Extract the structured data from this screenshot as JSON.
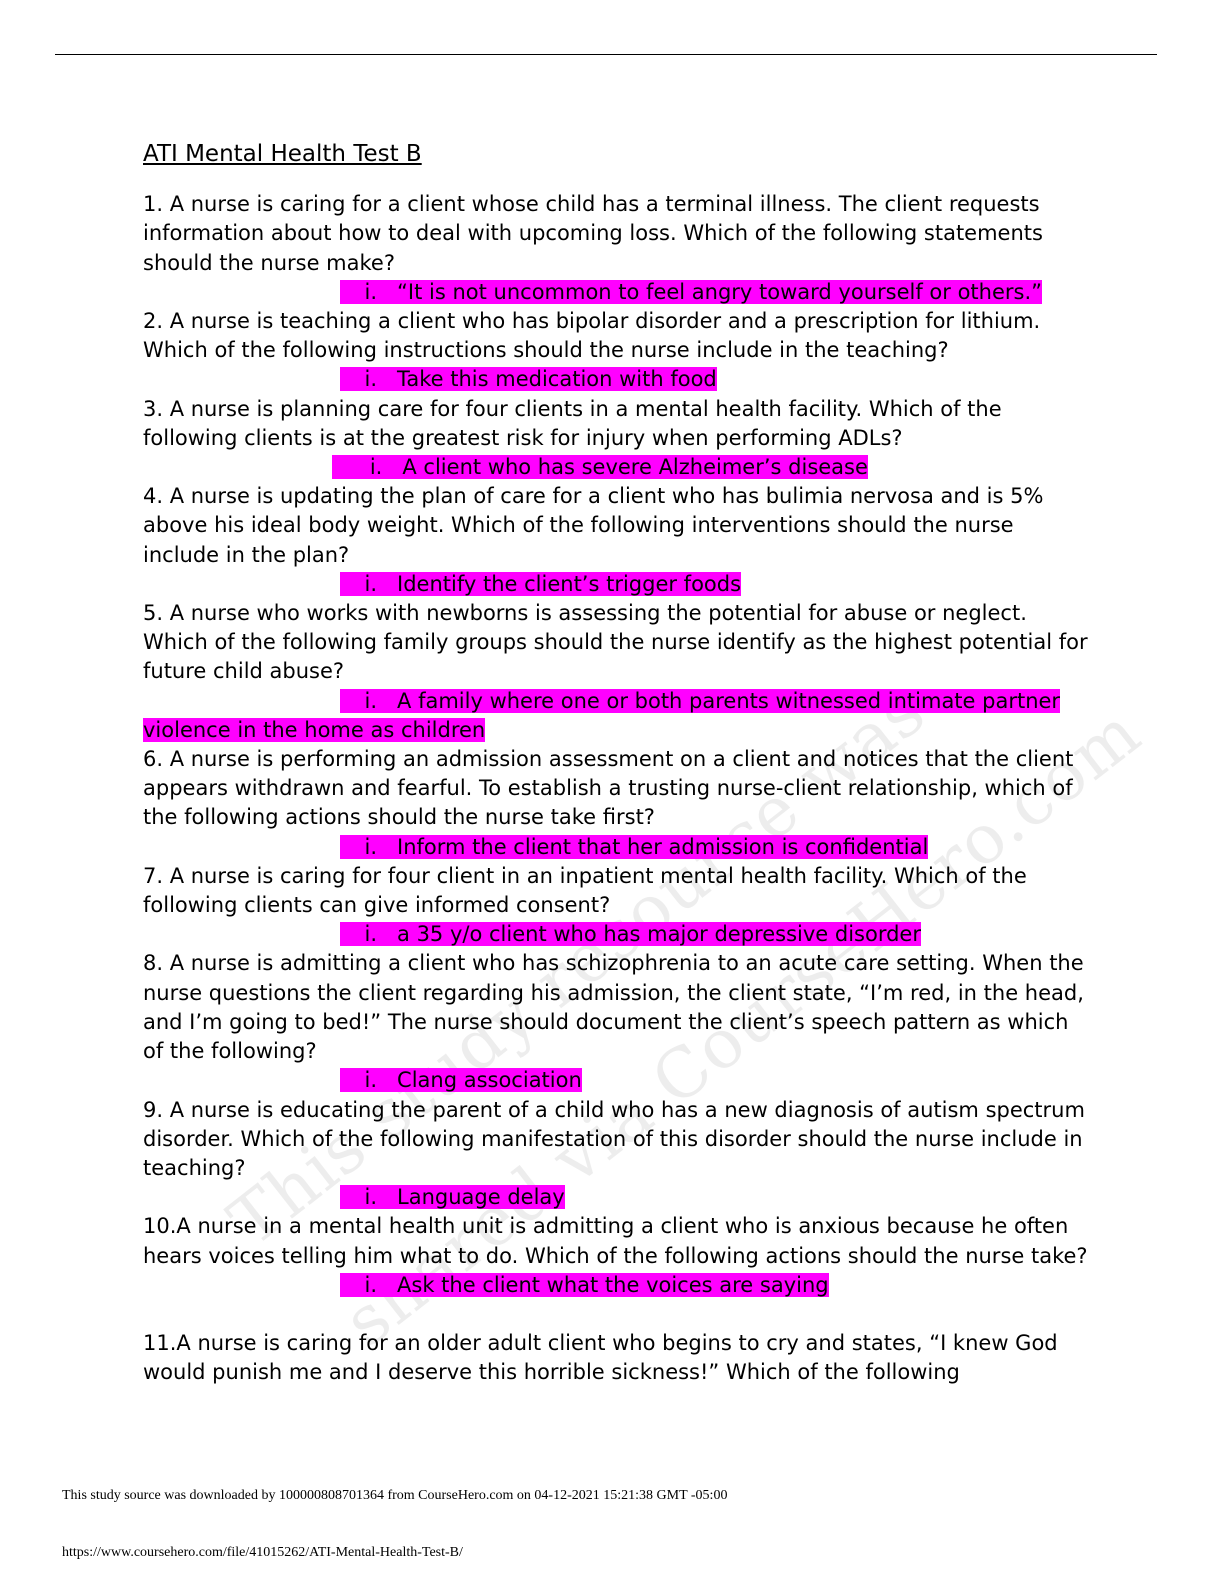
{
  "title": "ATI Mental Health Test B",
  "questions": [
    {
      "q": "1.  A nurse is caring for a client whose child has a terminal illness. The client requests information about how to deal with upcoming loss. Which of the following statements should the nurse make?",
      "marker": "i.",
      "answer": "“It is not uncommon to feel angry toward yourself or others.”"
    },
    {
      "q": "2.  A nurse is teaching a client who has bipolar disorder and a prescription for lithium. Which of the following instructions should the nurse include in the teaching?",
      "marker": "i.",
      "answer": "Take this medication with food"
    },
    {
      "q": "3.  A nurse is planning care for four clients in a mental health facility. Which of the following clients is at the greatest risk for injury when performing ADLs?",
      "marker": "i.",
      "answer": "A client who has severe Alzheimer’s disease"
    },
    {
      "q": "4.  A nurse is updating the plan of care for a client who has bulimia nervosa and is 5% above his ideal body weight. Which of the following interventions should the nurse include in the plan?",
      "marker": "i.",
      "answer": "Identify the client’s trigger foods"
    },
    {
      "q": "5.  A nurse who works with newborns is assessing the potential for abuse or neglect. Which of the following family groups should the nurse identify as the highest potential for future child abuse?",
      "marker": "i.",
      "answer": "A family where one or both parents witnessed intimate partner",
      "answer_cont": "violence in the home as children"
    },
    {
      "q": "6.  A nurse is performing an admission assessment on a client and notices that the client appears withdrawn and fearful. To establish a trusting nurse-client relationship, which of the following actions should the nurse take first?",
      "marker": "i.",
      "answer": "Inform the client that her admission is confidential"
    },
    {
      "q": "7.  A nurse is caring for four client in an inpatient mental health facility. Which of the following clients can give informed consent?",
      "marker": "i.",
      "answer": "a 35 y/o client who has major depressive disorder "
    },
    {
      "q": "8.  A nurse is admitting a client who has schizophrenia to an acute care setting. When the nurse questions the client regarding his admission, the client state, “I’m red, in the head, and I’m going to bed!” The nurse should document the client’s speech pattern as which of the following?",
      "marker": "i.",
      "answer": "Clang association"
    },
    {
      "q": "9.  A nurse is educating the parent of a child who has a new diagnosis of autism spectrum disorder. Which of the following manifestation of this disorder should the nurse include in teaching?",
      "marker": "i.",
      "answer": "Language delay"
    },
    {
      "q": "10.A nurse in a mental health unit is admitting a client who is anxious because he often hears voices telling him what to do. Which of the following actions should the nurse take?",
      "marker": "i.",
      "answer": "Ask the client what the voices are saying"
    }
  ],
  "q11": "11.A nurse is caring for an older adult client who begins to cry and states, “I knew God would punish me and I deserve this horrible sickness!” Which of the following",
  "watermark_line1": "This study resource was",
  "watermark_line2": "shared via CourseHero.com",
  "footer_download": "This study source was downloaded by 100000808701364 from CourseHero.com on 04-12-2021 15:21:38 GMT -05:00",
  "footer_url": "https://www.coursehero.com/file/41015262/ATI-Mental-Health-Test-B/"
}
